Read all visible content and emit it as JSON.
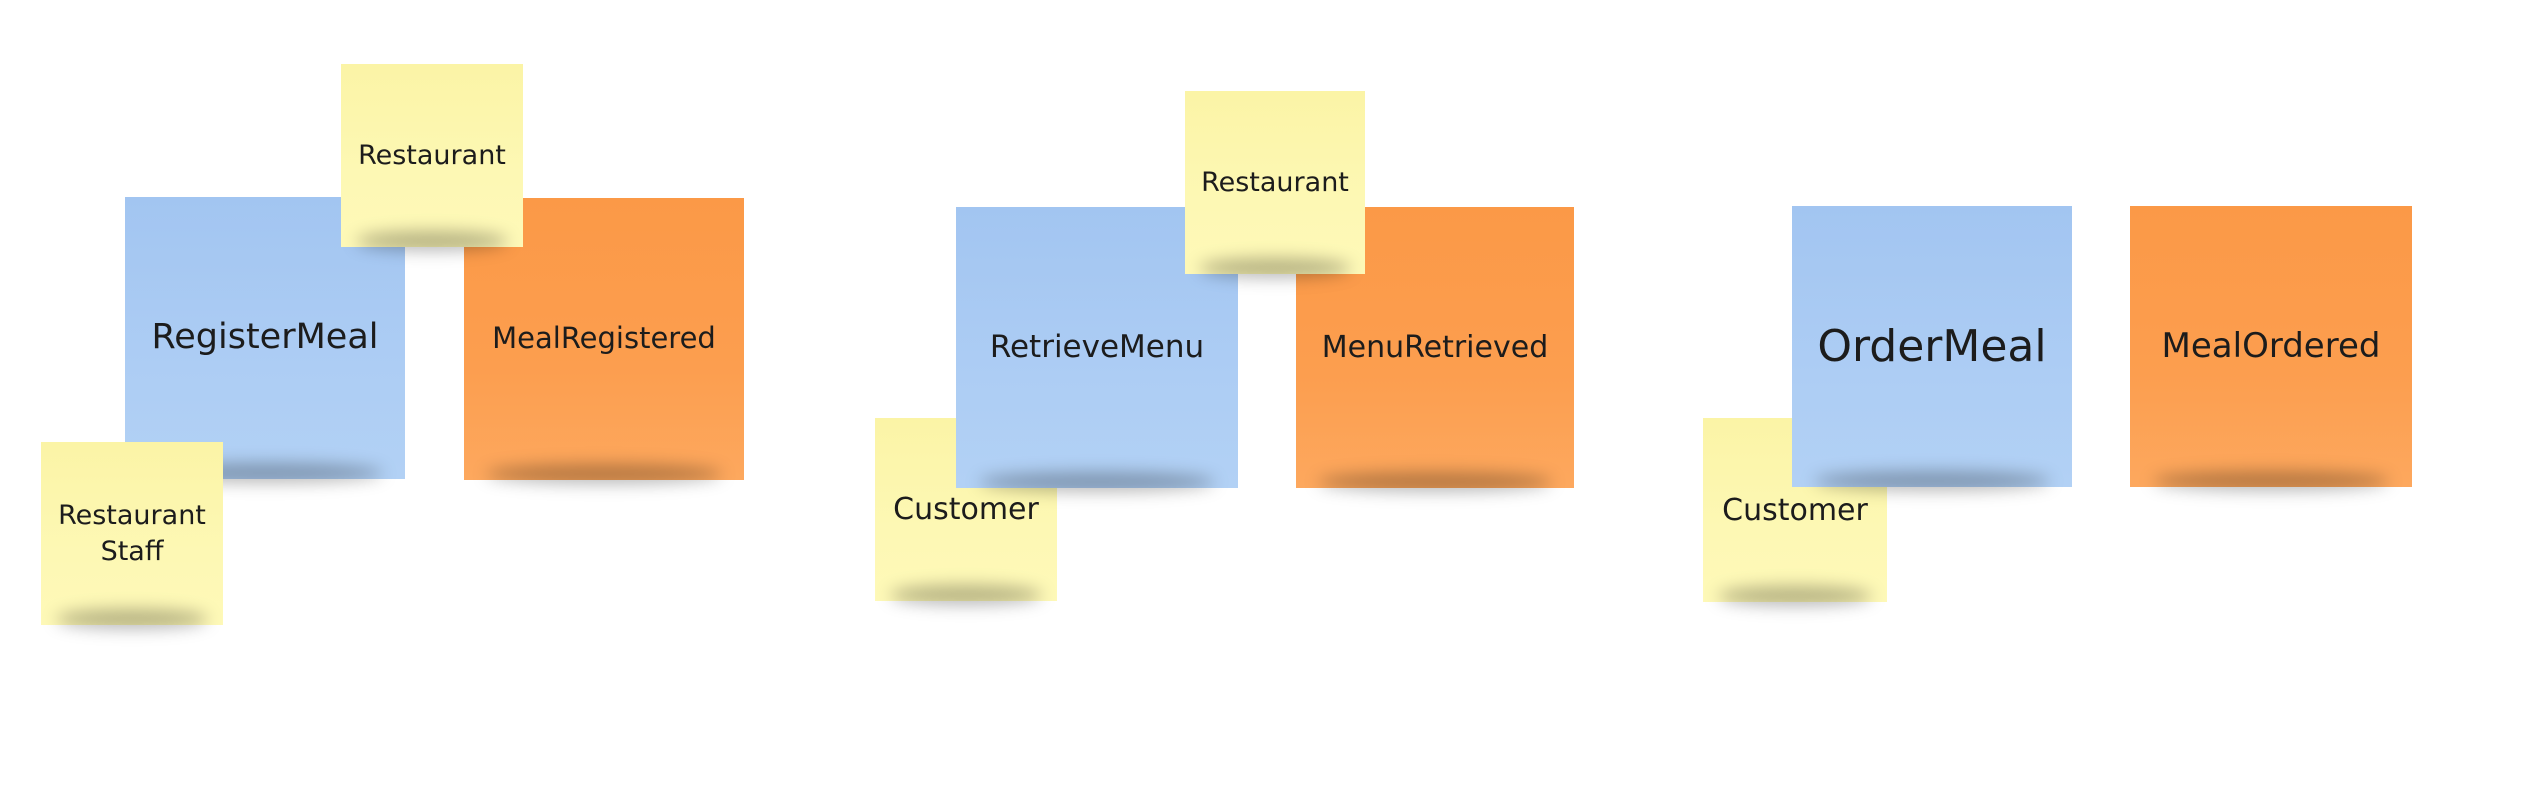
{
  "board": {
    "groups": [
      {
        "command": "RegisterMeal",
        "event": "MealRegistered",
        "aggregate": "Restaurant",
        "actor": "Restaurant Staff"
      },
      {
        "command": "RetrieveMenu",
        "event": "MenuRetrieved",
        "aggregate": "Restaurant",
        "actor": "Customer"
      },
      {
        "command": "OrderMeal",
        "event": "MealOrdered",
        "actor": "Customer"
      }
    ]
  },
  "colors": {
    "command": "#a9c9f3",
    "event": "#fc9e4f",
    "aggregate_actor": "#fdf7b1",
    "background": "#ffffff"
  }
}
